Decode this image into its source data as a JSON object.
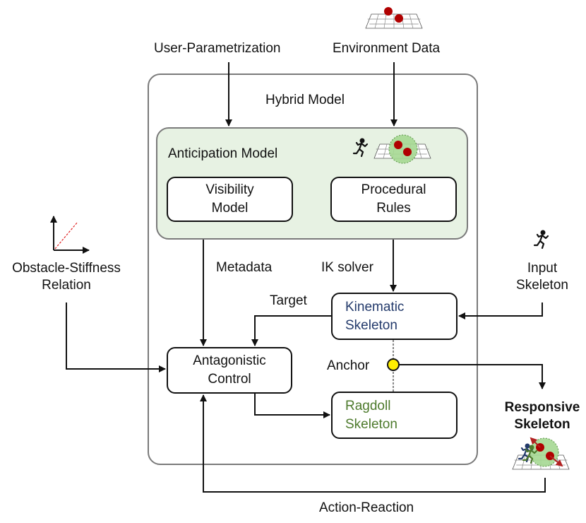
{
  "diagram": {
    "inputs": {
      "user_param": "User-Parametrization",
      "environment": "Environment Data",
      "obstacle_line1": "Obstacle-Stiffness",
      "obstacle_line2": "Relation",
      "input_skel_line1": "Input",
      "input_skel_line2": "Skeleton"
    },
    "hybrid_title": "Hybrid Model",
    "anticipation_title": "Anticipation Model",
    "visibility": {
      "line1": "Visibility",
      "line2": "Model"
    },
    "procedural": {
      "line1": "Procedural",
      "line2": "Rules"
    },
    "kinematic": {
      "line1": "Kinematic",
      "line2": "Skeleton"
    },
    "ragdoll": {
      "line1": "Ragdoll",
      "line2": "Skeleton"
    },
    "antagonistic": {
      "line1": "Antagonistic",
      "line2": "Control"
    },
    "edges": {
      "metadata": "Metadata",
      "ik_solver": "IK solver",
      "target": "Target",
      "anchor": "Anchor",
      "action_reaction": "Action-Reaction"
    },
    "output": {
      "line1": "Responsive",
      "line2": "Skeleton"
    },
    "colors": {
      "anticipation_fill": "#e7f2e3",
      "kinematic_text": "#233a6b",
      "ragdoll_text": "#4d7a2c",
      "anchor_fill": "#ffee00",
      "obstacle_red": "#b00000",
      "force_arrow": "#b22222"
    },
    "icons": [
      "grid-with-obstacles-icon",
      "running-figure-icon",
      "axes-icon",
      "responsive-skeleton-icon"
    ]
  }
}
